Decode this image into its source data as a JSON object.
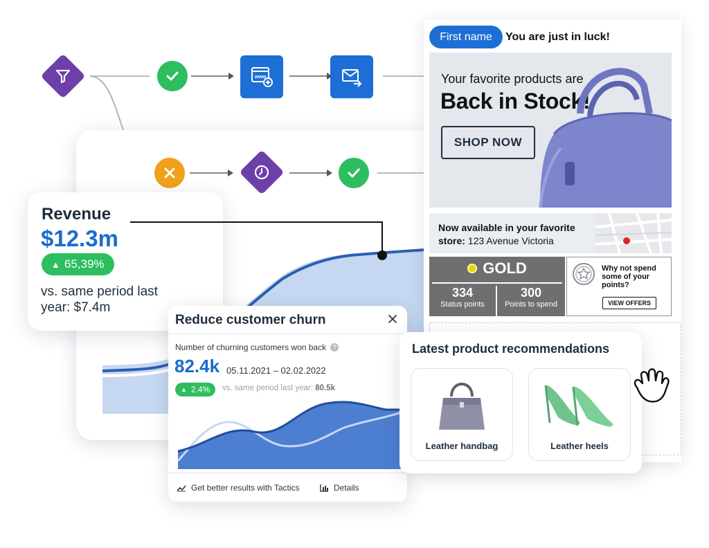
{
  "email": {
    "first_name_chip": "First name",
    "greeting": "You are just in luck!",
    "hero_subtitle": "Your favorite products are",
    "hero_title": "Back in Stock!",
    "shop_button": "SHOP NOW",
    "store_line1": "Now available in your favorite",
    "store_label": "store:",
    "store_address": "123 Avenue Victoria",
    "gold_label": "GOLD",
    "status_points_value": "334",
    "status_points_label": "Status points",
    "points_to_spend_value": "300",
    "points_to_spend_label": "Points to spend",
    "offer_text": "Why not spend some of your points?",
    "view_offers": "VIEW OFFERS"
  },
  "revenue": {
    "title": "Revenue",
    "value": "$12.3m",
    "change": "65,39%",
    "comparison": "vs. same period last year: $7.4m"
  },
  "churn": {
    "title": "Reduce customer churn",
    "metric_label": "Number of churning customers won back",
    "value": "82.4k",
    "date_range": "05.11.2021 – 02.02.2022",
    "change": "2.4%",
    "comparison_prefix": "vs. same period last year:",
    "comparison_value": "80.5k",
    "tactics_link": "Get better results with Tactics",
    "details_link": "Details"
  },
  "recommendations": {
    "title": "Latest product recommendations",
    "items": [
      {
        "label": "Leather handbag"
      },
      {
        "label": "Leather heels"
      }
    ]
  },
  "colors": {
    "primary_blue": "#1d6fd6",
    "success_green": "#2ebd5f",
    "warning_orange": "#f0a01b",
    "purple": "#6d3fa8",
    "gold": "#e8d400",
    "hero_bg": "#e4e7ec",
    "handbag": "#7d86cc"
  },
  "icons": [
    "filter-icon",
    "check-icon",
    "web-add-icon",
    "mail-forward-icon",
    "close-icon",
    "clock-icon",
    "check-icon",
    "close-icon",
    "help-icon",
    "trend-icon",
    "bar-chart-icon",
    "star-badge-icon",
    "hand-pointer-icon",
    "map-pin-icon",
    "up-triangle-icon"
  ]
}
